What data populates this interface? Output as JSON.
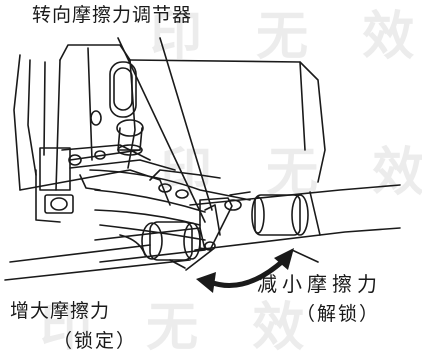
{
  "labels": {
    "friction_adjuster": "转向摩擦力调节器",
    "decrease_friction": "减小摩擦力",
    "decrease_note": "（解锁）",
    "increase_friction": "增大摩擦力",
    "increase_note": "（锁定）"
  },
  "watermark": {
    "rows": [
      "印 无 效",
      "印 无 效",
      "印 无 效"
    ]
  },
  "colors": {
    "line": "#1a1a1a",
    "watermark": "#ececec",
    "background": "#ffffff"
  }
}
